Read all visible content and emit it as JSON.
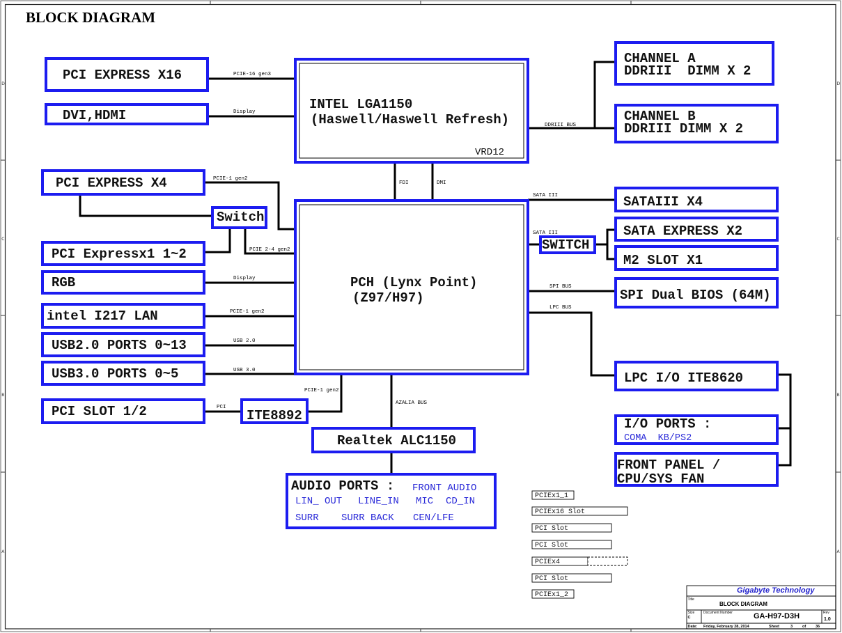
{
  "page_title": "BLOCK DIAGRAM",
  "colors": {
    "block_border": "#1c1cf0",
    "sub_text": "#2a2ad8",
    "company_name": "#2222cc",
    "wire": "#000000"
  },
  "border": {
    "row_letters": [
      "D",
      "C",
      "B",
      "A"
    ]
  },
  "cpu": {
    "line1": "INTEL LGA1150",
    "line2": "(Haswell/Haswell Refresh)",
    "vrm": "VRD12"
  },
  "pch": {
    "line1": "PCH (Lynx Point)",
    "line2": "(Z97/H97)"
  },
  "blocks": {
    "pcie_x16": "PCI EXPRESS X16",
    "dvi_hdmi": "DVI,HDMI",
    "channel_a": {
      "line1": "CHANNEL A",
      "line2": "DDRIII  DIMM X 2"
    },
    "channel_b": {
      "line1": "CHANNEL B",
      "line2": "DDRIII DIMM X 2"
    },
    "pcie_x4": "PCI EXPRESS X4",
    "switch_left": "Switch",
    "pcie_x1": "PCI Expressx1 1~2",
    "rgb": "RGB",
    "lan": "intel I217 LAN",
    "usb2": "USB2.0 PORTS 0~13",
    "usb3": "USB3.0 PORTS 0~5",
    "pci_slot": "PCI SLOT 1/2",
    "ite8892": "ITE8892",
    "realtek": "Realtek ALC1150",
    "sataiii": "SATAIII X4",
    "switch_right": "SWITCH",
    "sata_express": "SATA EXPRESS X2",
    "m2": "M2 SLOT X1",
    "spi": "SPI Dual BIOS (64M)",
    "lpc": "LPC I/O ITE8620",
    "io_ports": {
      "label": "I/O PORTS :",
      "sub": "COMA  KB/PS2"
    },
    "front_panel": {
      "line1": "FRONT PANEL /",
      "line2": "CPU/SYS FAN"
    }
  },
  "audio": {
    "label": "AUDIO PORTS :",
    "front_label": "FRONT AUDIO",
    "row1": [
      "LIN_ OUT",
      "LINE_IN",
      "MIC",
      "CD_IN"
    ],
    "row2": [
      "SURR",
      "SURR BACK",
      "CEN/LFE"
    ]
  },
  "bus_labels": {
    "pcie16_gen3": "PCIE-16 gen3",
    "cpu_display": "Display",
    "ddr_bus": "DDRIII BUS",
    "fdi": "FDI",
    "dmi": "DMI",
    "pcie_x4_gen2": "PCIE-1 gen2",
    "pcie_switch_gen2": "PCIE 2-4 gen2",
    "rgb_display": "Display",
    "lan_gen2": "PCIE-1 gen2",
    "usb2": "USB 2.0",
    "usb3": "USB 3.0",
    "pci": "PCI",
    "ite_gen2": "PCIE-1 gen2",
    "azalia": "AZALIA BUS",
    "sata_top": "SATA III",
    "sata_switch": "SATA III",
    "spi": "SPI BUS",
    "lpc": "LPC BUS"
  },
  "slot_legend": [
    "PCIEx1_1",
    "PCIEx16 Slot",
    "PCI Slot",
    "PCI Slot",
    "PCIEx4",
    "PCI Slot",
    "PCIEx1_2"
  ],
  "title_block": {
    "company": "Gigabyte Technology",
    "title_label": "Title",
    "title": "BLOCK DIAGRAM",
    "size_label": "Size",
    "size": "C",
    "doc_number_label": "Document Number",
    "doc_number": "GA-H97-D3H",
    "rev_label": "Rev",
    "rev": "1.0",
    "date_label": "Date:",
    "date": "Friday, February 28, 2014",
    "sheet_label": "Sheet",
    "sheet": "3",
    "of_label": "of",
    "total_sheets": "36"
  }
}
